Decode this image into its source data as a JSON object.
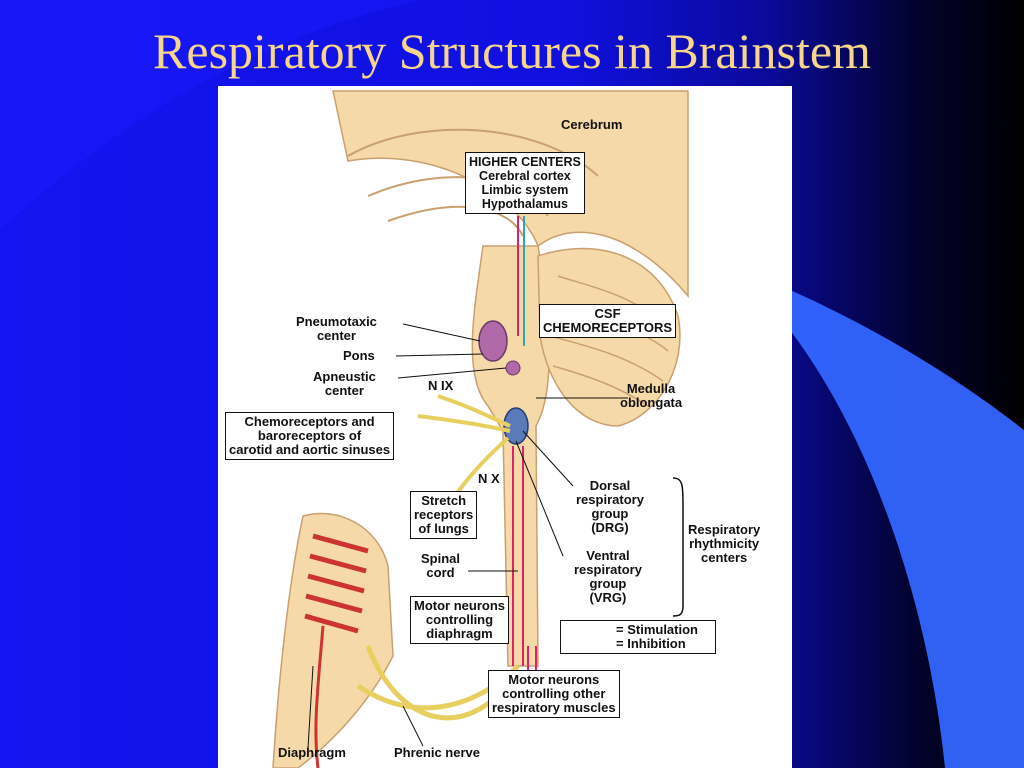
{
  "slide": {
    "title": "Respiratory Structures in Brainstem"
  },
  "labels": {
    "cerebrum": "Cerebrum",
    "higher_centers": [
      "HIGHER CENTERS",
      "Cerebral cortex",
      "Limbic system",
      "Hypothalamus"
    ],
    "pneumotaxic": [
      "Pneumotaxic",
      "center"
    ],
    "pons": "Pons",
    "apneustic": [
      "Apneustic",
      "center"
    ],
    "csf": [
      "CSF",
      "CHEMORECEPTORS"
    ],
    "medulla": [
      "Medulla",
      "oblongata"
    ],
    "n_ix": "N IX",
    "n_x": "N X",
    "chemo_baro": [
      "Chemoreceptors and",
      "baroreceptors of",
      "carotid and aortic sinuses"
    ],
    "stretch": [
      "Stretch",
      "receptors",
      "of lungs"
    ],
    "drg": [
      "Dorsal",
      "respiratory",
      "group",
      "(DRG)"
    ],
    "vrg": [
      "Ventral",
      "respiratory",
      "group",
      "(VRG)"
    ],
    "rhythmicity": [
      "Respiratory",
      "rhythmicity",
      "centers"
    ],
    "spinal": [
      "Spinal",
      "cord"
    ],
    "motor_diaphragm": [
      "Motor neurons",
      "controlling",
      "diaphragm"
    ],
    "motor_other": [
      "Motor neurons",
      "controlling other",
      "respiratory muscles"
    ],
    "diaphragm": "Diaphragm",
    "phrenic": "Phrenic nerve"
  },
  "legend": {
    "stimulation": "= Stimulation",
    "inhibition": "= Inhibition"
  },
  "colors": {
    "stimulation": "#e0206a",
    "inhibition": "#2aa8b0",
    "tissue": "#f5d9a8",
    "nerve": "#e8d060",
    "nucleus": "#b06aa8",
    "medulla_nucleus": "#5a7ab8"
  }
}
